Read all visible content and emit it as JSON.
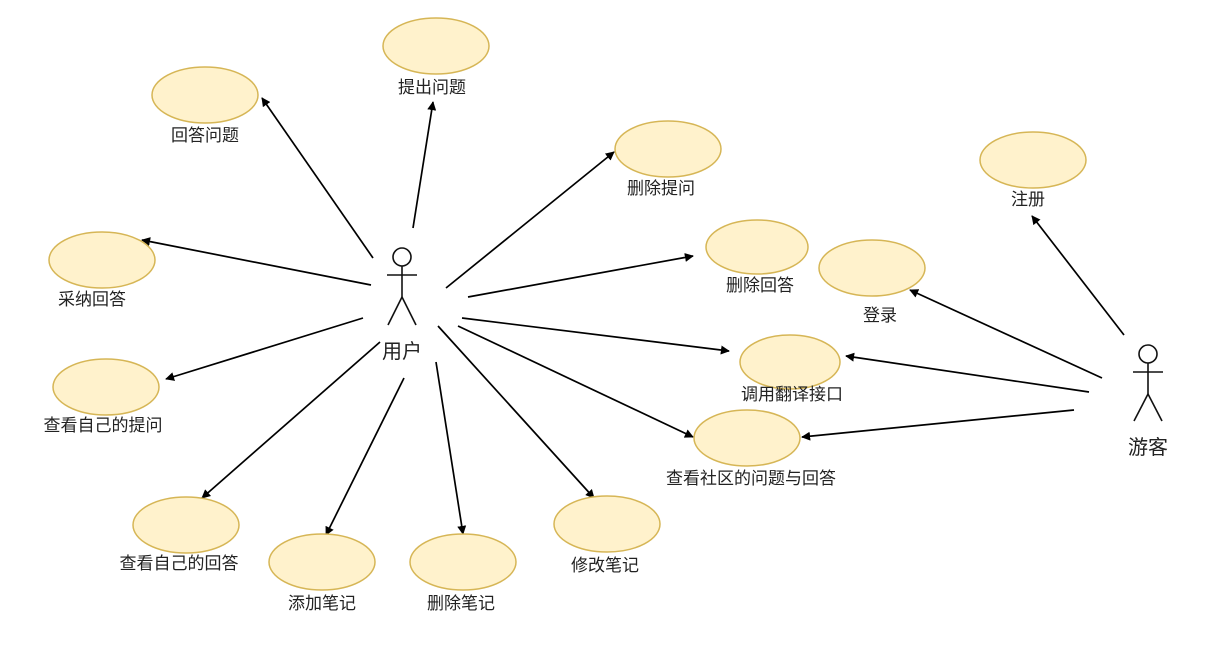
{
  "actors": {
    "user": {
      "label": "用户"
    },
    "guest": {
      "label": "游客"
    }
  },
  "use_cases": {
    "ask_question": "提出问题",
    "answer_question": "回答问题",
    "delete_question": "删除提问",
    "adopt_answer": "采纳回答",
    "delete_answer": "删除回答",
    "view_my_questions": "查看自己的提问",
    "view_my_answers": "查看自己的回答",
    "add_note": "添加笔记",
    "delete_note": "删除笔记",
    "edit_note": "修改笔记",
    "register": "注册",
    "login": "登录",
    "call_translate_api": "调用翻译接口",
    "view_community_qa": "查看社区的问题与回答"
  },
  "colors": {
    "use_case_fill": "#fff2cc",
    "use_case_stroke": "#d6b656",
    "line": "#000000"
  }
}
